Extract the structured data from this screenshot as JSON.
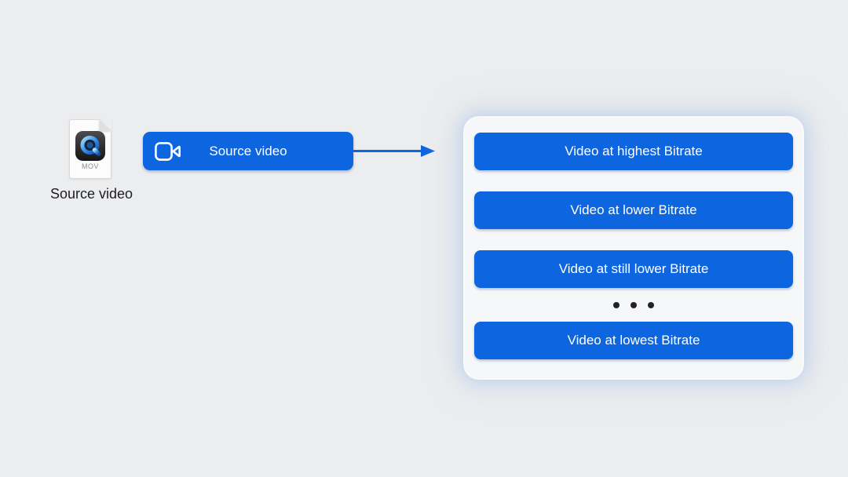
{
  "colors": {
    "background": "#ecedee",
    "accent_blue": "#0d66e0",
    "panel_surface": "#f6f7f8",
    "text_dark": "#1d1d1f",
    "text_light": "#ffffff"
  },
  "icons": {
    "file_icon": "quicktime-mov-document-icon",
    "node_icon": "video-camera-icon",
    "connector": "arrow-right",
    "more_indicator": "ellipsis-dots"
  },
  "source_file": {
    "label": "Source video",
    "extension_badge": "MOV"
  },
  "source_node": {
    "label": "Source video"
  },
  "outputs": {
    "items": [
      "Video at highest Bitrate",
      "Video at lower Bitrate",
      "Video at still lower Bitrate",
      "Video at lowest Bitrate"
    ]
  }
}
